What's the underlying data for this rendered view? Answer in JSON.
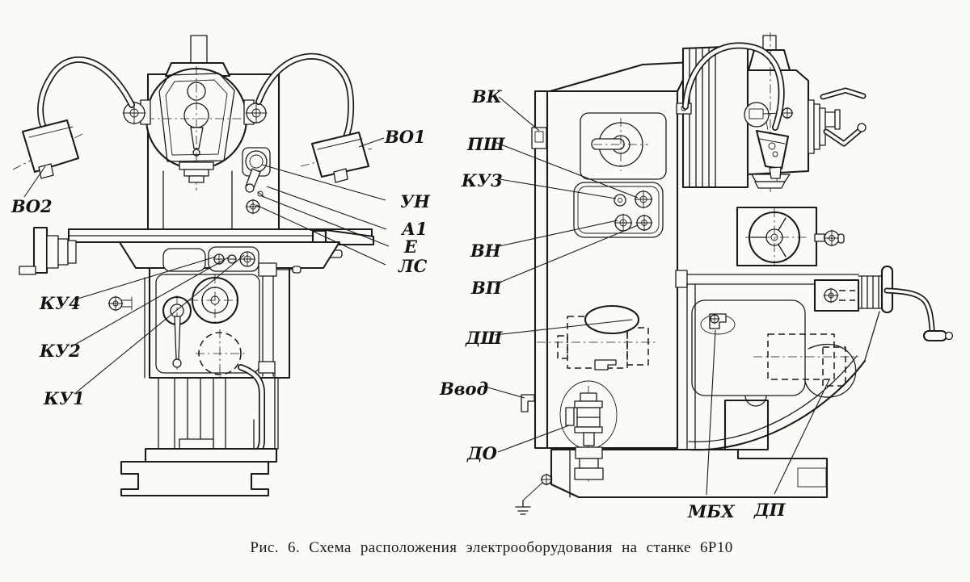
{
  "figure": {
    "caption": "Рис. 6. Схема расположения электрооборудования на станке 6Р10"
  },
  "labels": {
    "vo2": {
      "text": "ВО2"
    },
    "vo1": {
      "text": "ВО1"
    },
    "un": {
      "text": "УН"
    },
    "a1": {
      "text": "А1"
    },
    "e": {
      "text": "Е"
    },
    "ls": {
      "text": "ЛС"
    },
    "ku4": {
      "text": "КУ4"
    },
    "ku2": {
      "text": "КУ2"
    },
    "ku1": {
      "text": "КУ1"
    },
    "vk": {
      "text": "ВК"
    },
    "psh": {
      "text": "ПШ"
    },
    "ku3": {
      "text": "КУ3"
    },
    "vn": {
      "text": "ВН"
    },
    "vp": {
      "text": "ВП"
    },
    "dsh": {
      "text": "ДШ"
    },
    "vvod": {
      "text": "Ввод"
    },
    "do": {
      "text": "ДО"
    },
    "mbkh": {
      "text": "МБХ"
    },
    "dp": {
      "text": "ДП"
    }
  },
  "colors": {
    "ink": "#1b1b1b",
    "paper": "#fbfaf6"
  }
}
